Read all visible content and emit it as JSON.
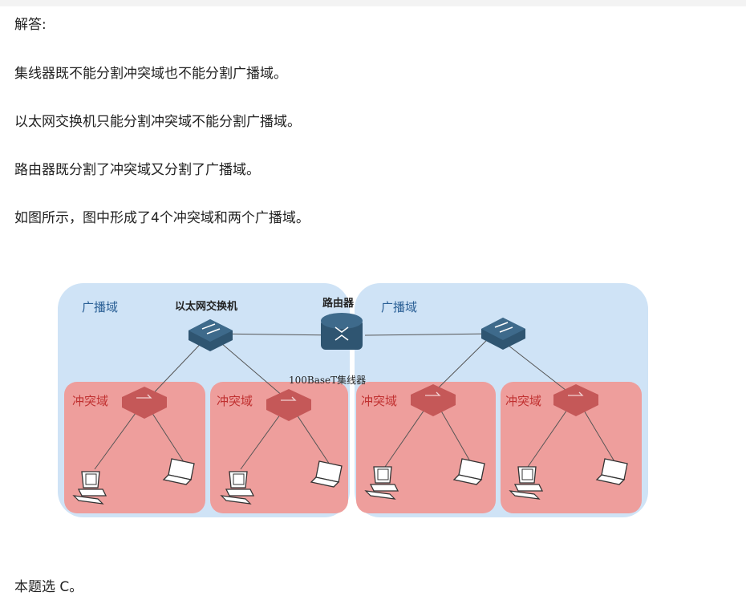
{
  "paragraphs": [
    "解答:",
    "集线器既不能分割冲突域也不能分割广播域。",
    "以太网交换机只能分割冲突域不能分割广播域。",
    "路由器既分割了冲突域又分割了广播域。",
    "如图所示，图中形成了4个冲突域和两个广播域。",
    "本题选 C。"
  ],
  "diagram": {
    "broadcast_domain_label": "广播域",
    "collision_domain_label": "冲突域",
    "switch_label": "以太网交换机",
    "router_label": "路由器",
    "hub_label": "100BaseT集线器",
    "colors": {
      "broadcast_fill": "#cfe3f6",
      "collision_fill": "#ee9e9c",
      "device": "#2f5571",
      "hub": "#c55858",
      "label_red": "#c03030",
      "label_blue": "#2a5f95"
    }
  }
}
